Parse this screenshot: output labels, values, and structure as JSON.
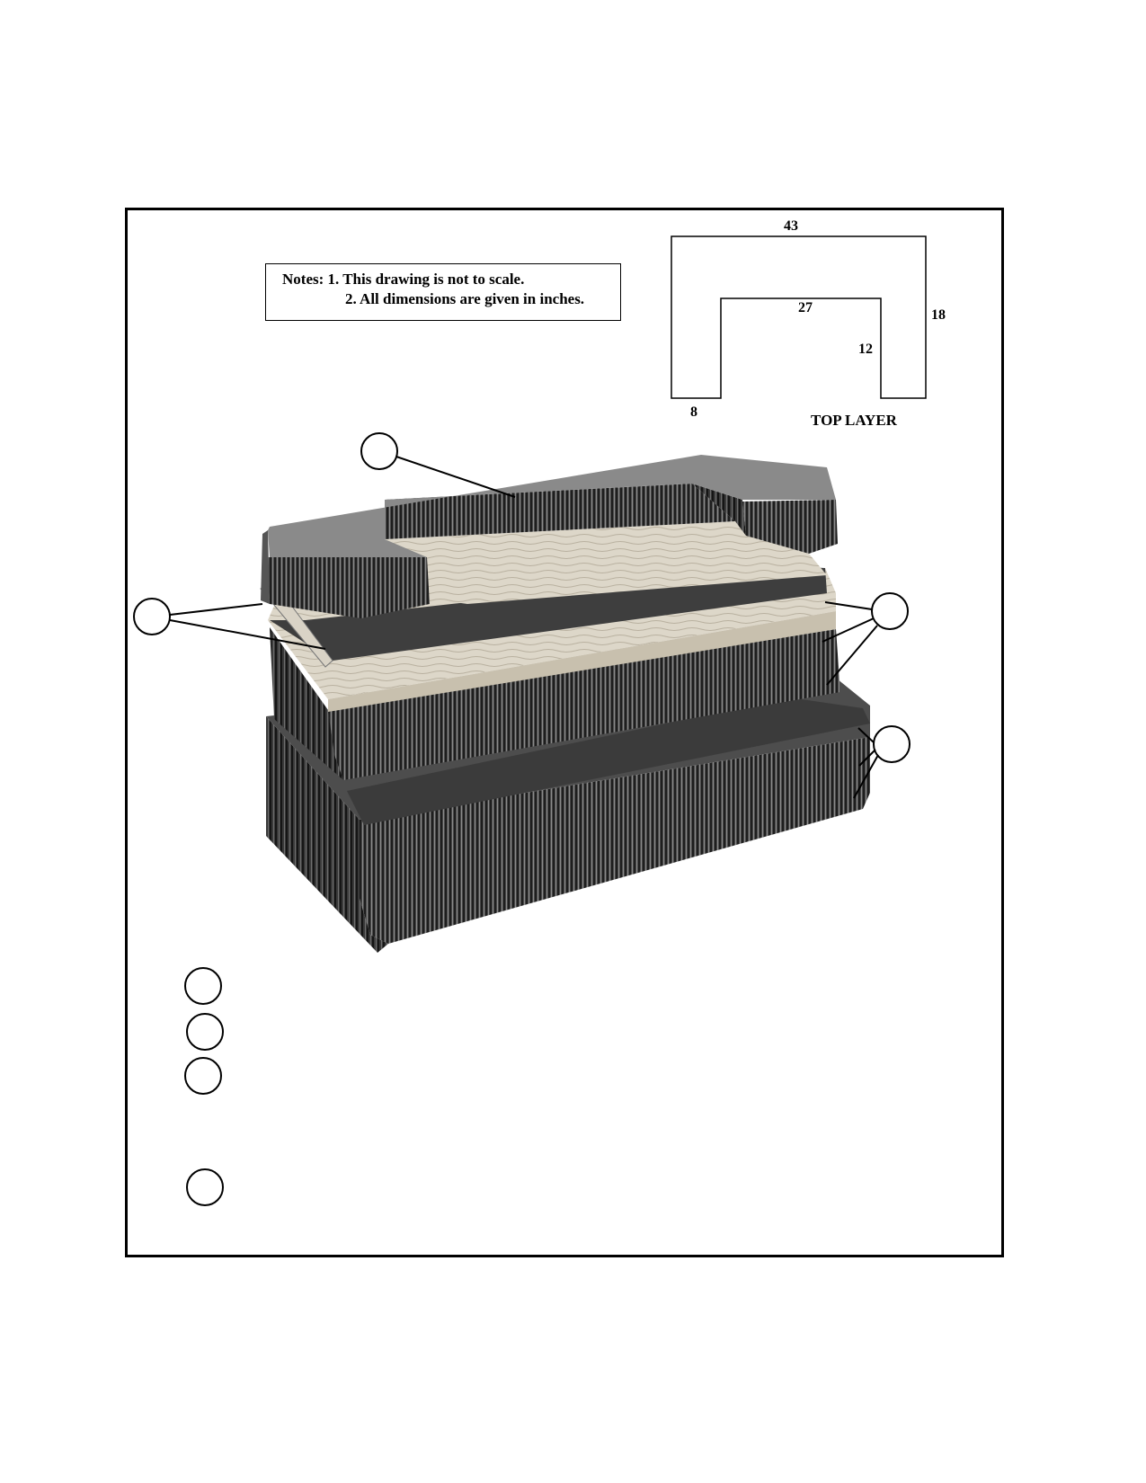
{
  "notes": {
    "line1": "Notes: 1. This drawing is not to scale.",
    "line2": "2. All dimensions are given in inches."
  },
  "top_layer": {
    "title": "TOP LAYER",
    "dim_overall_width": "43",
    "dim_inner_width": "27",
    "dim_overall_depth": "18",
    "dim_inner_depth": "12",
    "dim_leg_width": "8"
  },
  "legend_count": 4,
  "colors": {
    "ink": "#000000",
    "paper": "#ffffff",
    "honeycomb_dark": "#2b2b2b",
    "honeycomb_mid": "#555555",
    "honeycomb_top": "#7a7a7a",
    "plywood": "#d8d2c4"
  }
}
